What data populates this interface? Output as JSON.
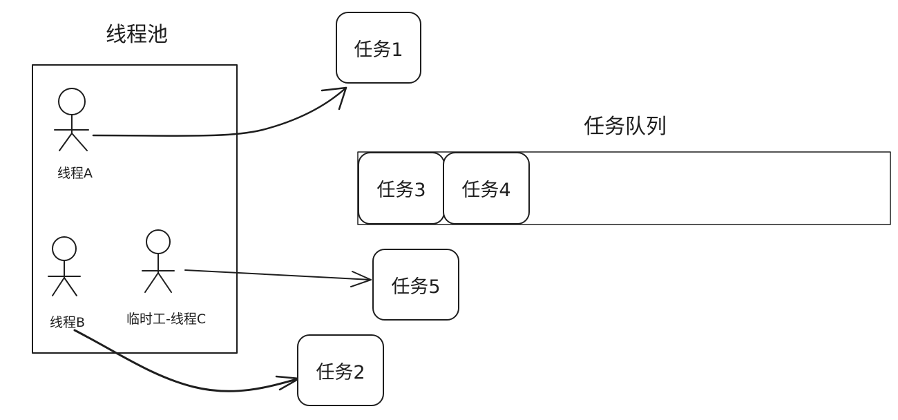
{
  "thread_pool": {
    "title": "线程池",
    "actors": [
      {
        "id": "A",
        "label": "线程A"
      },
      {
        "id": "B",
        "label": "线程B"
      },
      {
        "id": "C",
        "label": "临时工-线程C"
      }
    ]
  },
  "tasks": {
    "task1": "任务1",
    "task2": "任务2",
    "task5": "任务5"
  },
  "queue": {
    "title": "任务队列",
    "items": [
      "任务3",
      "任务4"
    ]
  },
  "colors": {
    "stroke": "#1e1e1e",
    "background": "#ffffff"
  }
}
